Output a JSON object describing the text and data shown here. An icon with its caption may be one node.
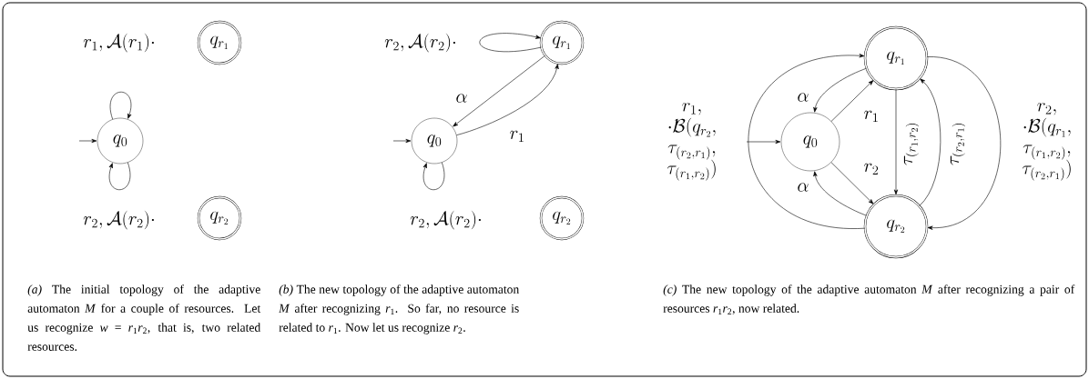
{
  "diagram": {
    "nodes": [
      {
        "text": [
          "q_0"
        ]
      },
      {
        "text": [
          "q_{r_1}"
        ]
      },
      {
        "text": [
          "q_{r_2}"
        ]
      },
      {
        "text": [
          "q_0"
        ]
      },
      {
        "text": [
          "q_{r_1}"
        ]
      },
      {
        "text": [
          "q_{r_2}"
        ]
      },
      {
        "text": [
          "q_0"
        ]
      },
      {
        "text": [
          "q_{r_1}"
        ]
      },
      {
        "text": [
          "q_{r_2}"
        ]
      }
    ],
    "edges": [
      {
        "from": null,
        "to": 0,
        "arrow": "to"
      },
      {
        "from": 0,
        "to": 0,
        "arrow": "to",
        "label": "r_1, \\mathcal{A}(r_1)\\cdot"
      },
      {
        "from": 0,
        "to": 0,
        "arrow": "to",
        "label": "r_2, \\mathcal{A}(r_2)\\cdot"
      },
      {
        "from": null,
        "to": 3,
        "arrow": "to"
      },
      {
        "from": 4,
        "to": 4,
        "arrow": "to",
        "label": "r_2, \\mathcal{A}(r_2)\\cdot"
      },
      {
        "from": 4,
        "to": 3,
        "arrow": "to",
        "label": "\\alpha"
      },
      {
        "from": 3,
        "to": 4,
        "arrow": "to",
        "label": "r_1"
      },
      {
        "from": 3,
        "to": 3,
        "arrow": "to",
        "label": "r_2, \\mathcal{A}(r_2)\\cdot"
      },
      {
        "from": null,
        "to": 6,
        "arrow": "to"
      },
      {
        "from": 7,
        "to": 6,
        "arrow": "to",
        "label": "\\alpha"
      },
      {
        "from": 6,
        "to": 7,
        "arrow": "to",
        "label": "r_1"
      },
      {
        "from": 6,
        "to": 8,
        "arrow": "to",
        "label": "r_2"
      },
      {
        "from": 8,
        "to": 6,
        "arrow": "to",
        "label": "\\alpha"
      },
      {
        "from": 7,
        "to": 8,
        "arrow": "to",
        "label": "\\tau_{(r_1,r_2)}"
      },
      {
        "from": 8,
        "to": 7,
        "arrow": "to",
        "label": "\\tau_{(r_2,r_1)}"
      },
      {
        "from": 8,
        "to": 7,
        "arrow": "to",
        "label": "r_1,\\allowbreak \\cdot\\mathcal{B}(q_{r_2},\\allowbreak \\tau_{(r_2,r_1)},\\allowbreak \\tau_{(r_1,r_2)})"
      },
      {
        "from": 7,
        "to": 8,
        "arrow": "to",
        "label": "r_2,\\allowbreak \\cdot\\mathcal{B}(q_{r_1},\\allowbreak \\tau_{(r_1,r_2)},\\allowbreak \\tau_{(r_2,r_1)})"
      }
    ],
    "labels": [
      "*(a)* The initial topology of the adaptive automaton *M* for a couple of resources. Let us recognize *w* = *r*$_{1}$*r*$_{2}$, that is, two related resources.",
      "*(b)* The new topology of the adaptive automaton *M* after recognizing *r*$_{1}$. So far, no resource is related to *r*$_{1}$. Now let us recognize *r*$_{2}$.",
      "*(c)* The new topology of the adaptive automaton *M* after recognizing a pair of resources *r*$_{1}$*r*$_{2}$, now related."
    ]
  }
}
